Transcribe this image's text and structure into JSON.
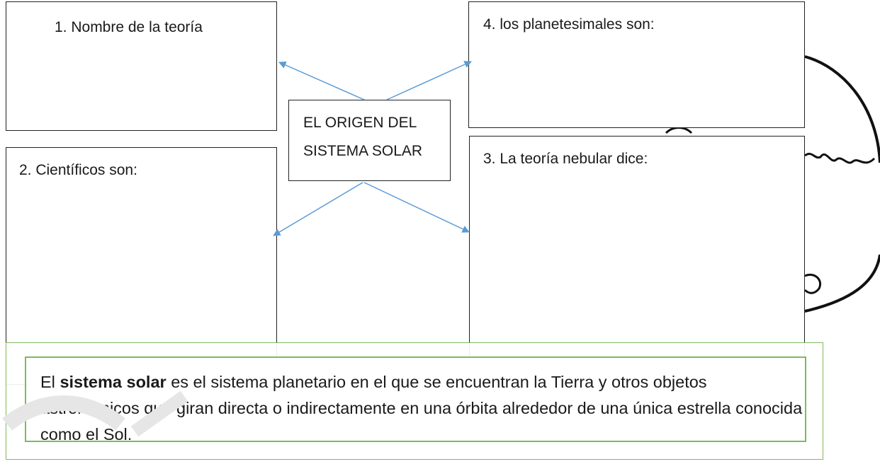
{
  "diagram": {
    "center": {
      "line1": "EL ORIGEN DEL",
      "line2": "SISTEMA SOLAR"
    },
    "boxes": {
      "box1": "1.    Nombre de la teoría",
      "box2": "2. Científicos son:",
      "box3": "3. La teoría nebular dice:",
      "box4": "4. los planetesimales son:"
    },
    "colors": {
      "arrow": "#5b9bd5",
      "panel_border": "#7dbb5c",
      "box_border": "#222222"
    }
  },
  "info": {
    "part1": "El ",
    "bold": "sistema solar",
    "part2": " es el sistema planetario en el que se encuentran la Tierra y otros objetos astronómicos que giran directa o indirectamente en una órbita alrededor de una única estrella conocida como el Sol."
  }
}
